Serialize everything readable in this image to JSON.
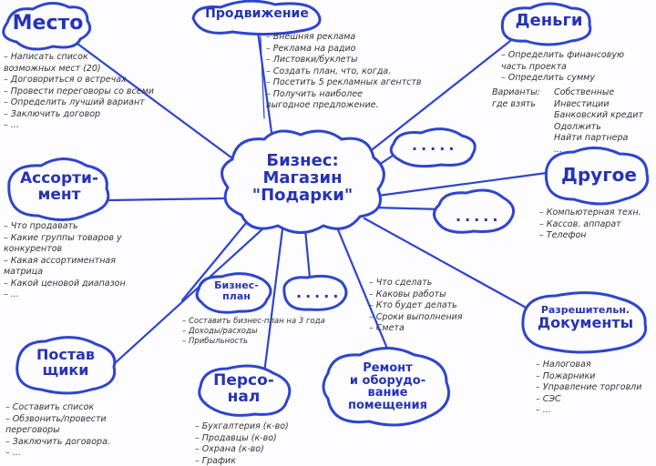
{
  "colors": {
    "ink": "#2733b5",
    "text": "#333333"
  },
  "center": {
    "line1": "Бизнес:",
    "line2": "Магазин",
    "line3": "\"Подарки\""
  },
  "mesto": {
    "title": "Место",
    "items": [
      "Написать список возможных мест (20)",
      "Договориться о встречах",
      "Провести переговоры со всеми",
      "Определить лучший вариант",
      "Заключить договор",
      "..."
    ]
  },
  "prodvizhenie": {
    "title": "Продвижение",
    "items": [
      "Внешняя реклама",
      "Реклама на радио",
      "Листовки/буклеты",
      "Создать план, что, когда.",
      "Посетить 5 рекламных агентств",
      "Получить наиболее выгодное предложение."
    ]
  },
  "dengi": {
    "title": "Деньги",
    "items": [
      "Определить финансовую часть проекта",
      "Определить сумму"
    ],
    "variants_label": "Варианты: где взять",
    "variants": [
      "Собственные",
      "Инвестиции",
      "Банковский кредит",
      "Одолжить",
      "Найти партнера",
      "..."
    ]
  },
  "drugoe": {
    "title": "Другое",
    "items": [
      "Компьютерная техн.",
      "Кассов. аппарат",
      "Телефон"
    ]
  },
  "assortiment": {
    "title1": "Ассорти-",
    "title2": "мент",
    "items": [
      "Что продавать",
      "Какие группы товаров у конкурентов",
      "Какая ассортиментная матрица",
      "Какой ценовой диапазон",
      "..."
    ]
  },
  "biznes_plan": {
    "title1": "Бизнес-",
    "title2": "план",
    "items": [
      "Составить бизнес-план на 3 года",
      "Доходы/расходы",
      "Прибыльность"
    ]
  },
  "remont": {
    "title1": "Ремонт",
    "title2": "и оборудо-",
    "title3": "вание",
    "title4": "помещения",
    "items": [
      "Что сделать",
      "Каковы работы",
      "Кто будет делать",
      "Сроки выполнения",
      "Смета"
    ]
  },
  "dokumenty": {
    "title1": "Разрешительн.",
    "title2": "Документы",
    "items": [
      "Налоговая",
      "Пожарники",
      "Управление торговли",
      "СЭС",
      "..."
    ]
  },
  "postavshiki": {
    "title1": "Постав",
    "title2": "щики",
    "items": [
      "Составить список",
      "Обзвонить/провести переговоры",
      "Заключить договора.",
      "..."
    ]
  },
  "personal": {
    "title1": "Персо-",
    "title2": "нал",
    "items": [
      "Бухгалтерия (к-во)",
      "Продавцы (к-во)",
      "Охрана (к-во)",
      "График"
    ]
  },
  "placeholders": {
    "a": ".....",
    "b": ".....",
    "c": "....."
  }
}
